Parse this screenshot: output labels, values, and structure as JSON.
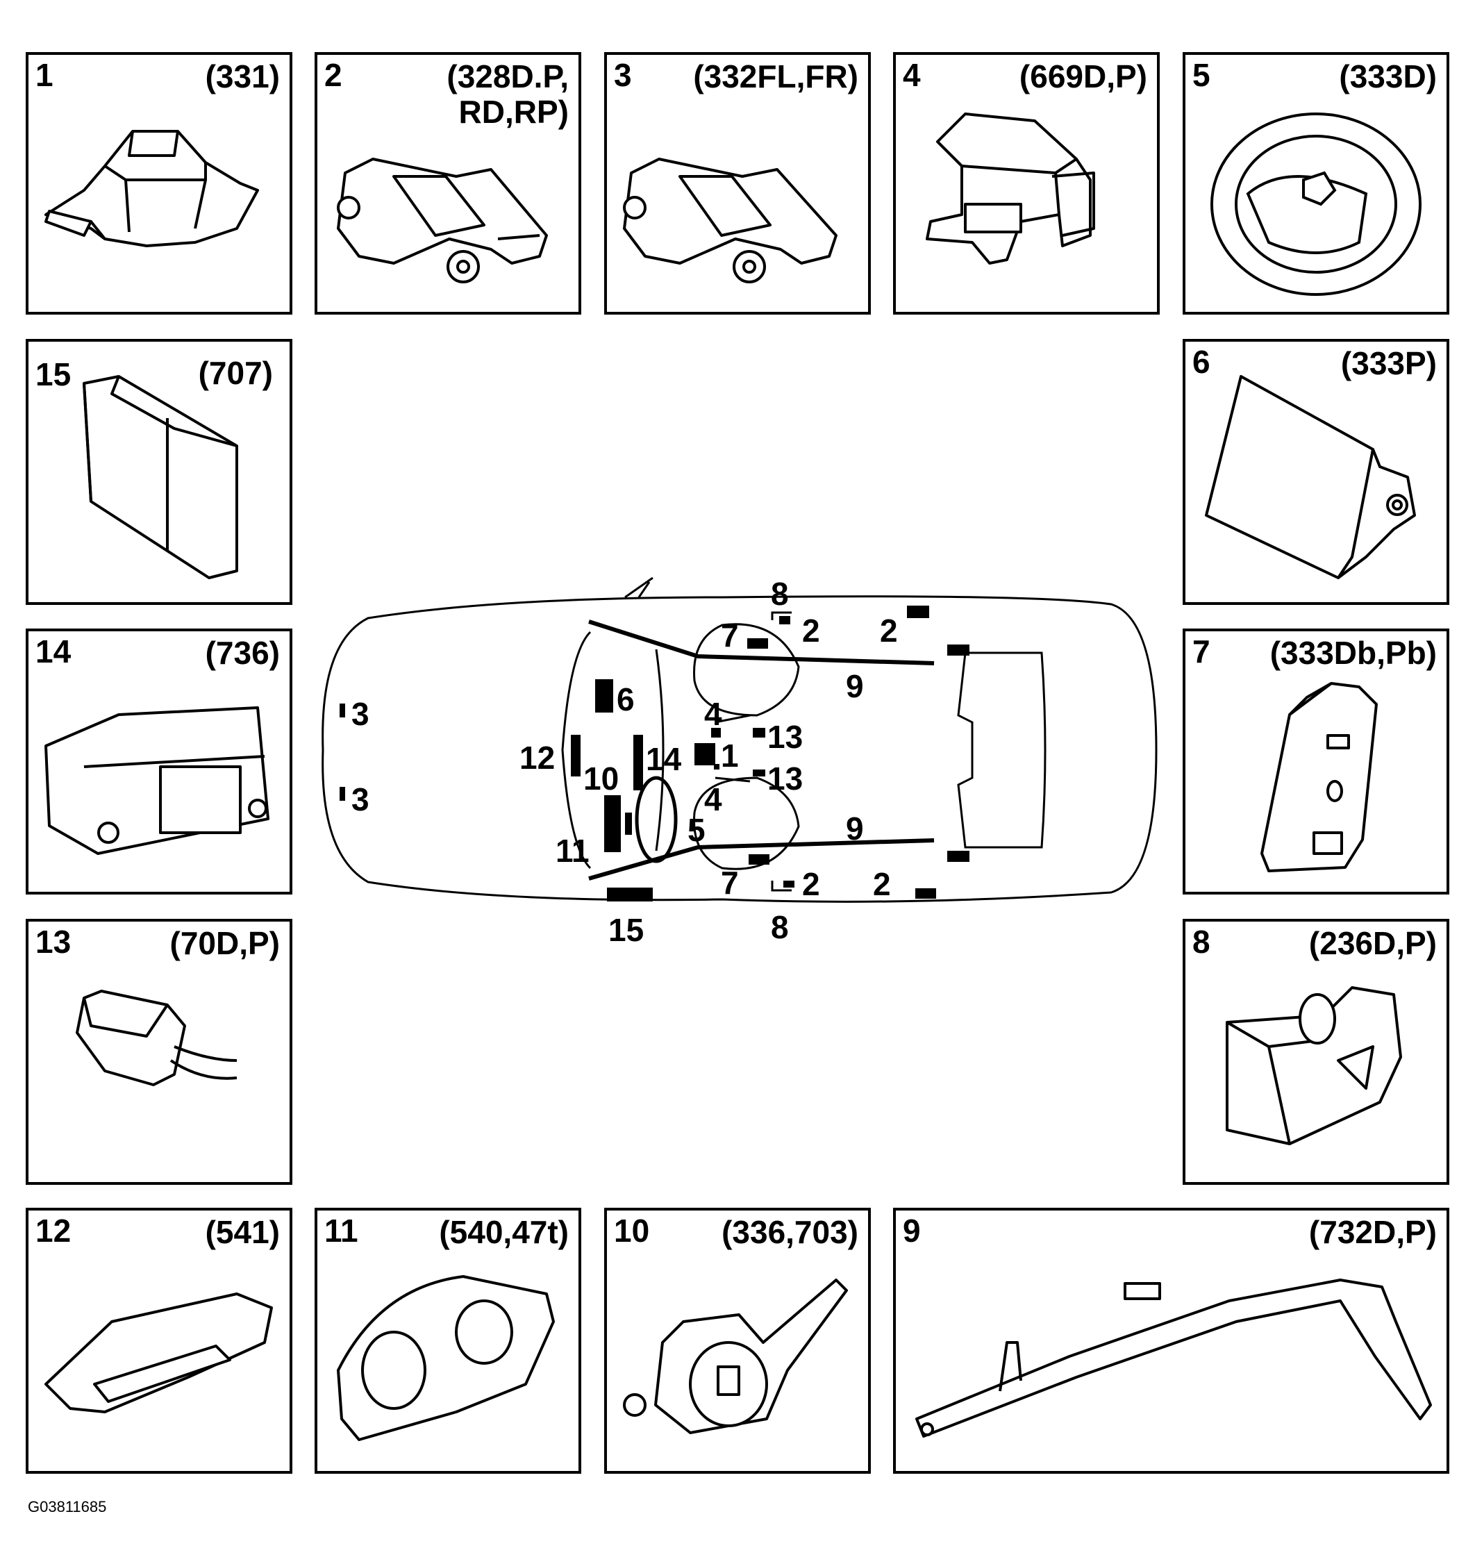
{
  "figure_id": "G03811685",
  "panels": [
    {
      "num": "1",
      "code": "(331)",
      "icon": "airbag-control-module-icon"
    },
    {
      "num": "2",
      "code": "(328D.P,\nRD,RP)",
      "icon": "crash-sensor-icon"
    },
    {
      "num": "3",
      "code": "(332FL,FR)",
      "icon": "front-crash-sensor-icon"
    },
    {
      "num": "4",
      "code": "(669D,P)",
      "icon": "bracket-sensor-icon"
    },
    {
      "num": "5",
      "code": "(333D)",
      "icon": "steering-wheel-airbag-icon"
    },
    {
      "num": "6",
      "code": "(333P)",
      "icon": "passenger-airbag-icon"
    },
    {
      "num": "7",
      "code": "(333Db,Pb)",
      "icon": "side-airbag-icon"
    },
    {
      "num": "8",
      "code": "(236D,P)",
      "icon": "seatbelt-pretensioner-icon"
    },
    {
      "num": "9",
      "code": "(732D,P)",
      "icon": "curtain-airbag-icon"
    },
    {
      "num": "10",
      "code": "(336,703)",
      "icon": "clockspring-icon"
    },
    {
      "num": "11",
      "code": "(540,47t)",
      "icon": "instrument-cluster-icon"
    },
    {
      "num": "12",
      "code": "(541)",
      "icon": "warning-display-icon"
    },
    {
      "num": "13",
      "code": "(70D,P)",
      "icon": "seatbelt-buckle-icon"
    },
    {
      "num": "14",
      "code": "(736)",
      "icon": "radio-display-icon"
    },
    {
      "num": "15",
      "code": "(707)",
      "icon": "control-unit-icon"
    }
  ],
  "car_labels": [
    "8",
    "2",
    "2",
    "7",
    "9",
    "3",
    "6",
    "4",
    "13",
    "12",
    "10",
    "14",
    "1",
    "3",
    "13",
    "4",
    "5",
    "9",
    "11",
    "7",
    "2",
    "2",
    "15",
    "8"
  ]
}
